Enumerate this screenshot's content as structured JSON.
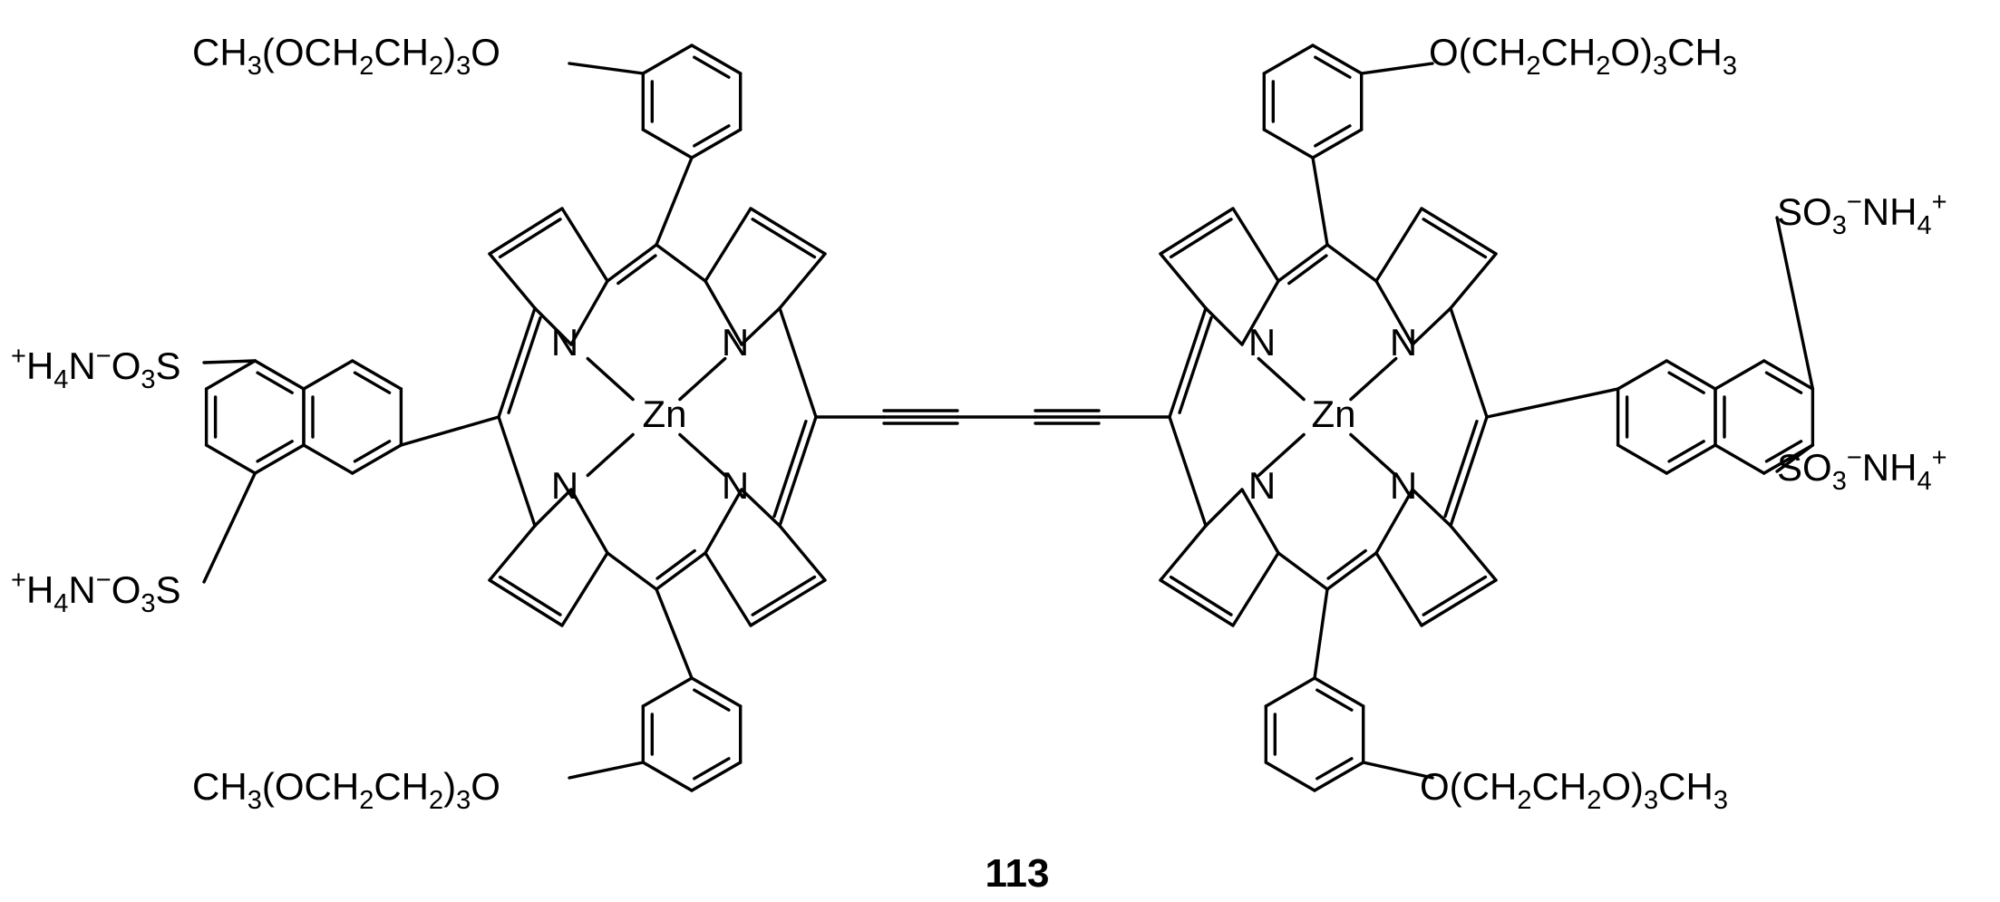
{
  "compound": {
    "number": "113"
  },
  "labels": {
    "peg_top_left": "CH3(OCH2CH2)3O",
    "peg_bottom_left": "CH3(OCH2CH2)3O",
    "peg_top_right": "O(CH2CH2O)3CH3",
    "peg_bottom_right": "O(CH2CH2O)3CH3",
    "sulfonate_left_top": "+H4N−O3S",
    "sulfonate_left_bottom": "+H4N−O3S",
    "sulfonate_right_top": "SO3−NH4+",
    "sulfonate_right_bottom": "SO3−NH4+"
  },
  "atoms": {
    "metal": "Zn",
    "nitrogen": "N"
  }
}
